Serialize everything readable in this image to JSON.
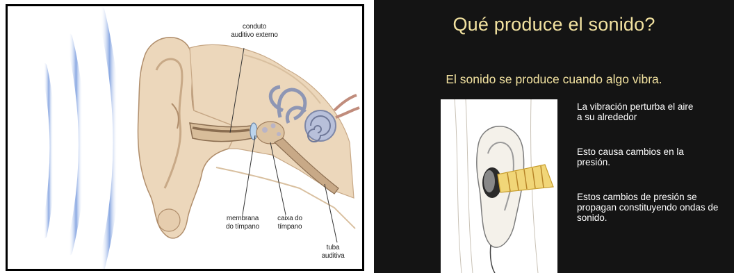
{
  "ear_diagram": {
    "labels": {
      "external_canal": "conduto\nauditivo externo",
      "eardrum": "membrana\ndo tímpano",
      "tympanic_cavity": "caixa do\ntímpano",
      "auditory_tube": "tuba\nauditiva"
    },
    "colors": {
      "waves": "#7f9fdc",
      "skin": "#ecd7bb",
      "skin_dark": "#c8a987",
      "inner_ear": "#a8b2cf"
    }
  },
  "slide": {
    "title": "Qué produce el sonido?",
    "subtitle": "El sonido se produce cuando algo vibra.",
    "bullets": [
      "La vibración perturba el aire a su alrededor",
      "Esto causa cambios en la presión.",
      "Estos cambios de presión se propagan constituyendo ondas de sonido."
    ],
    "colors": {
      "background": "#141414",
      "title": "#f2e2a0",
      "text": "#ffffff"
    }
  }
}
